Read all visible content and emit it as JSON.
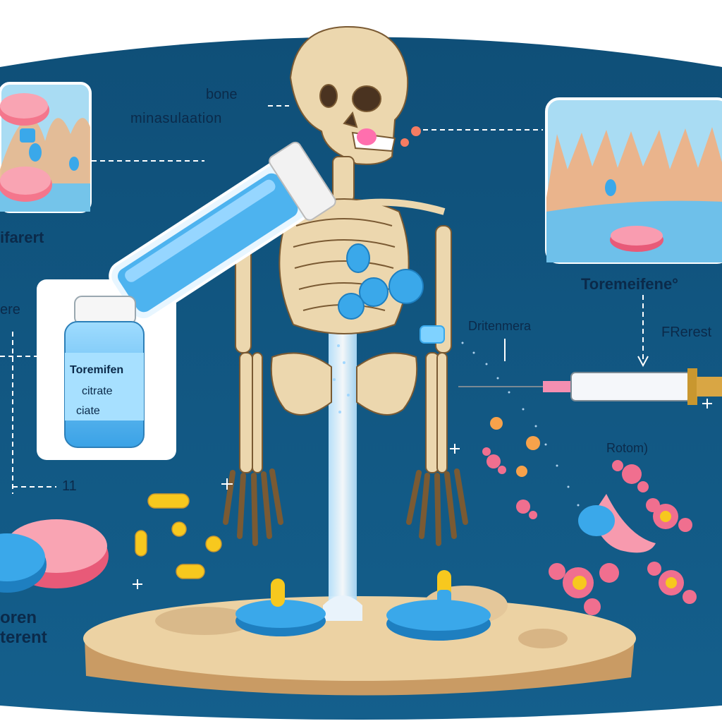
{
  "labels": {
    "bone": "bone",
    "minasulaation": "minasulaation",
    "ifarert": "ifarert",
    "ere": "ere",
    "toremeifene": "Toremeifene°",
    "dritenmera": "Dritenmera",
    "frerest": "FRerest",
    "rotom": "Rotom)",
    "eleven": "11",
    "oren": "oren",
    "terent": "terent"
  },
  "jar": {
    "line1": "Toremifen",
    "line2": "citrate",
    "line3": "ciate"
  },
  "colors": {
    "background": "#11577f",
    "pill_blue": "#3aa8ea",
    "pill_pink": "#f4768c",
    "bone": "#e9d6ad",
    "capsule_yellow": "#f7c81e",
    "platform": "#ecd2a3"
  }
}
